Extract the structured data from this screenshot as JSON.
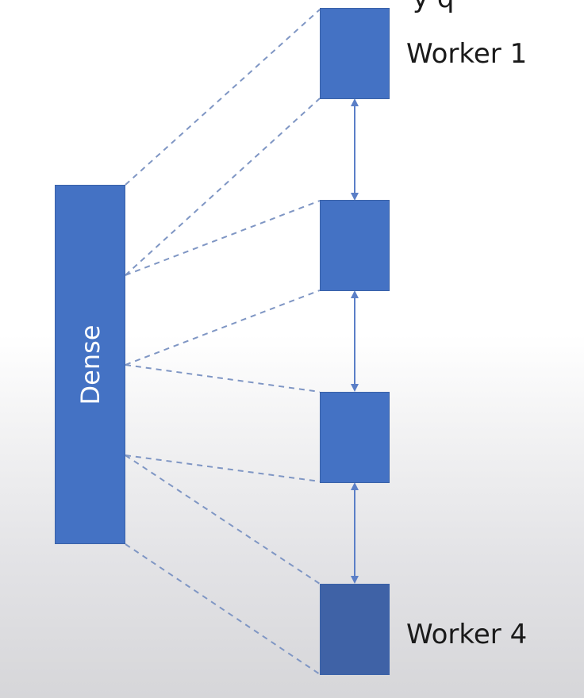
{
  "diagram": {
    "dense_label": "Dense",
    "workers": [
      {
        "label": "Worker 1"
      },
      {
        "label": ""
      },
      {
        "label": ""
      },
      {
        "label": "Worker 4"
      }
    ],
    "top_clipped_text": "y q",
    "colors": {
      "box": "#4472c4",
      "box_bottom": "#3f62a6",
      "dashed_line": "#7f96c4",
      "arrow": "#5b7fc7"
    }
  }
}
